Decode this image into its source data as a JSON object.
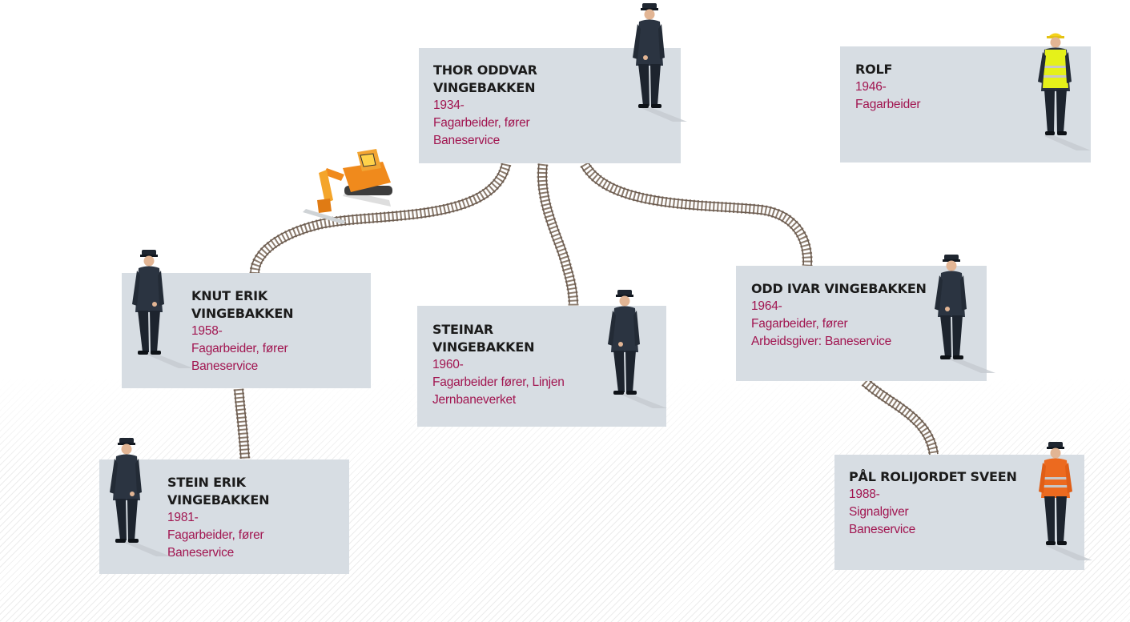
{
  "palette": {
    "card_bg": "#d7dde3",
    "name_color": "#1b1b1b",
    "info_color": "#a11550",
    "track_color": "#7a6a5c"
  },
  "people": {
    "thor": {
      "name_lines": [
        "THOR ODDVAR",
        "VINGEBAKKEN"
      ],
      "info_lines": [
        "1934-",
        "Fagarbeider, fører",
        "Baneservice"
      ],
      "icon": "conductor-uniform"
    },
    "rolf": {
      "name_lines": [
        "ROLF"
      ],
      "info_lines": [
        "1946-",
        "Fagarbeider"
      ],
      "icon": "worker-hi-vis-vest"
    },
    "knut": {
      "name_lines": [
        "KNUT ERIK",
        "VINGEBAKKEN"
      ],
      "info_lines": [
        "1958-",
        "Fagarbeider, fører",
        "Baneservice"
      ],
      "icon": "conductor-uniform"
    },
    "steinar": {
      "name_lines": [
        "STEINAR",
        "VINGEBAKKEN"
      ],
      "info_lines": [
        "1960-",
        "Fagarbeider fører, Linjen",
        "Jernbaneverket"
      ],
      "icon": "conductor-uniform"
    },
    "odd": {
      "name_lines": [
        "ODD IVAR VINGEBAKKEN"
      ],
      "info_lines": [
        "1964-",
        "Fagarbeider, fører",
        "Arbeidsgiver: Baneservice"
      ],
      "icon": "conductor-uniform"
    },
    "stein": {
      "name_lines": [
        "STEIN ERIK",
        "VINGEBAKKEN"
      ],
      "info_lines": [
        "1981-",
        "Fagarbeider, fører",
        "Baneservice"
      ],
      "icon": "conductor-uniform"
    },
    "pal": {
      "name_lines": [
        "PÅL ROLIJORDET SVEEN"
      ],
      "info_lines": [
        "1988-",
        "Signalgiver",
        "Baneservice"
      ],
      "icon": "worker-orange-jacket"
    }
  },
  "decorations": {
    "machine_icon": "excavator-icon"
  }
}
